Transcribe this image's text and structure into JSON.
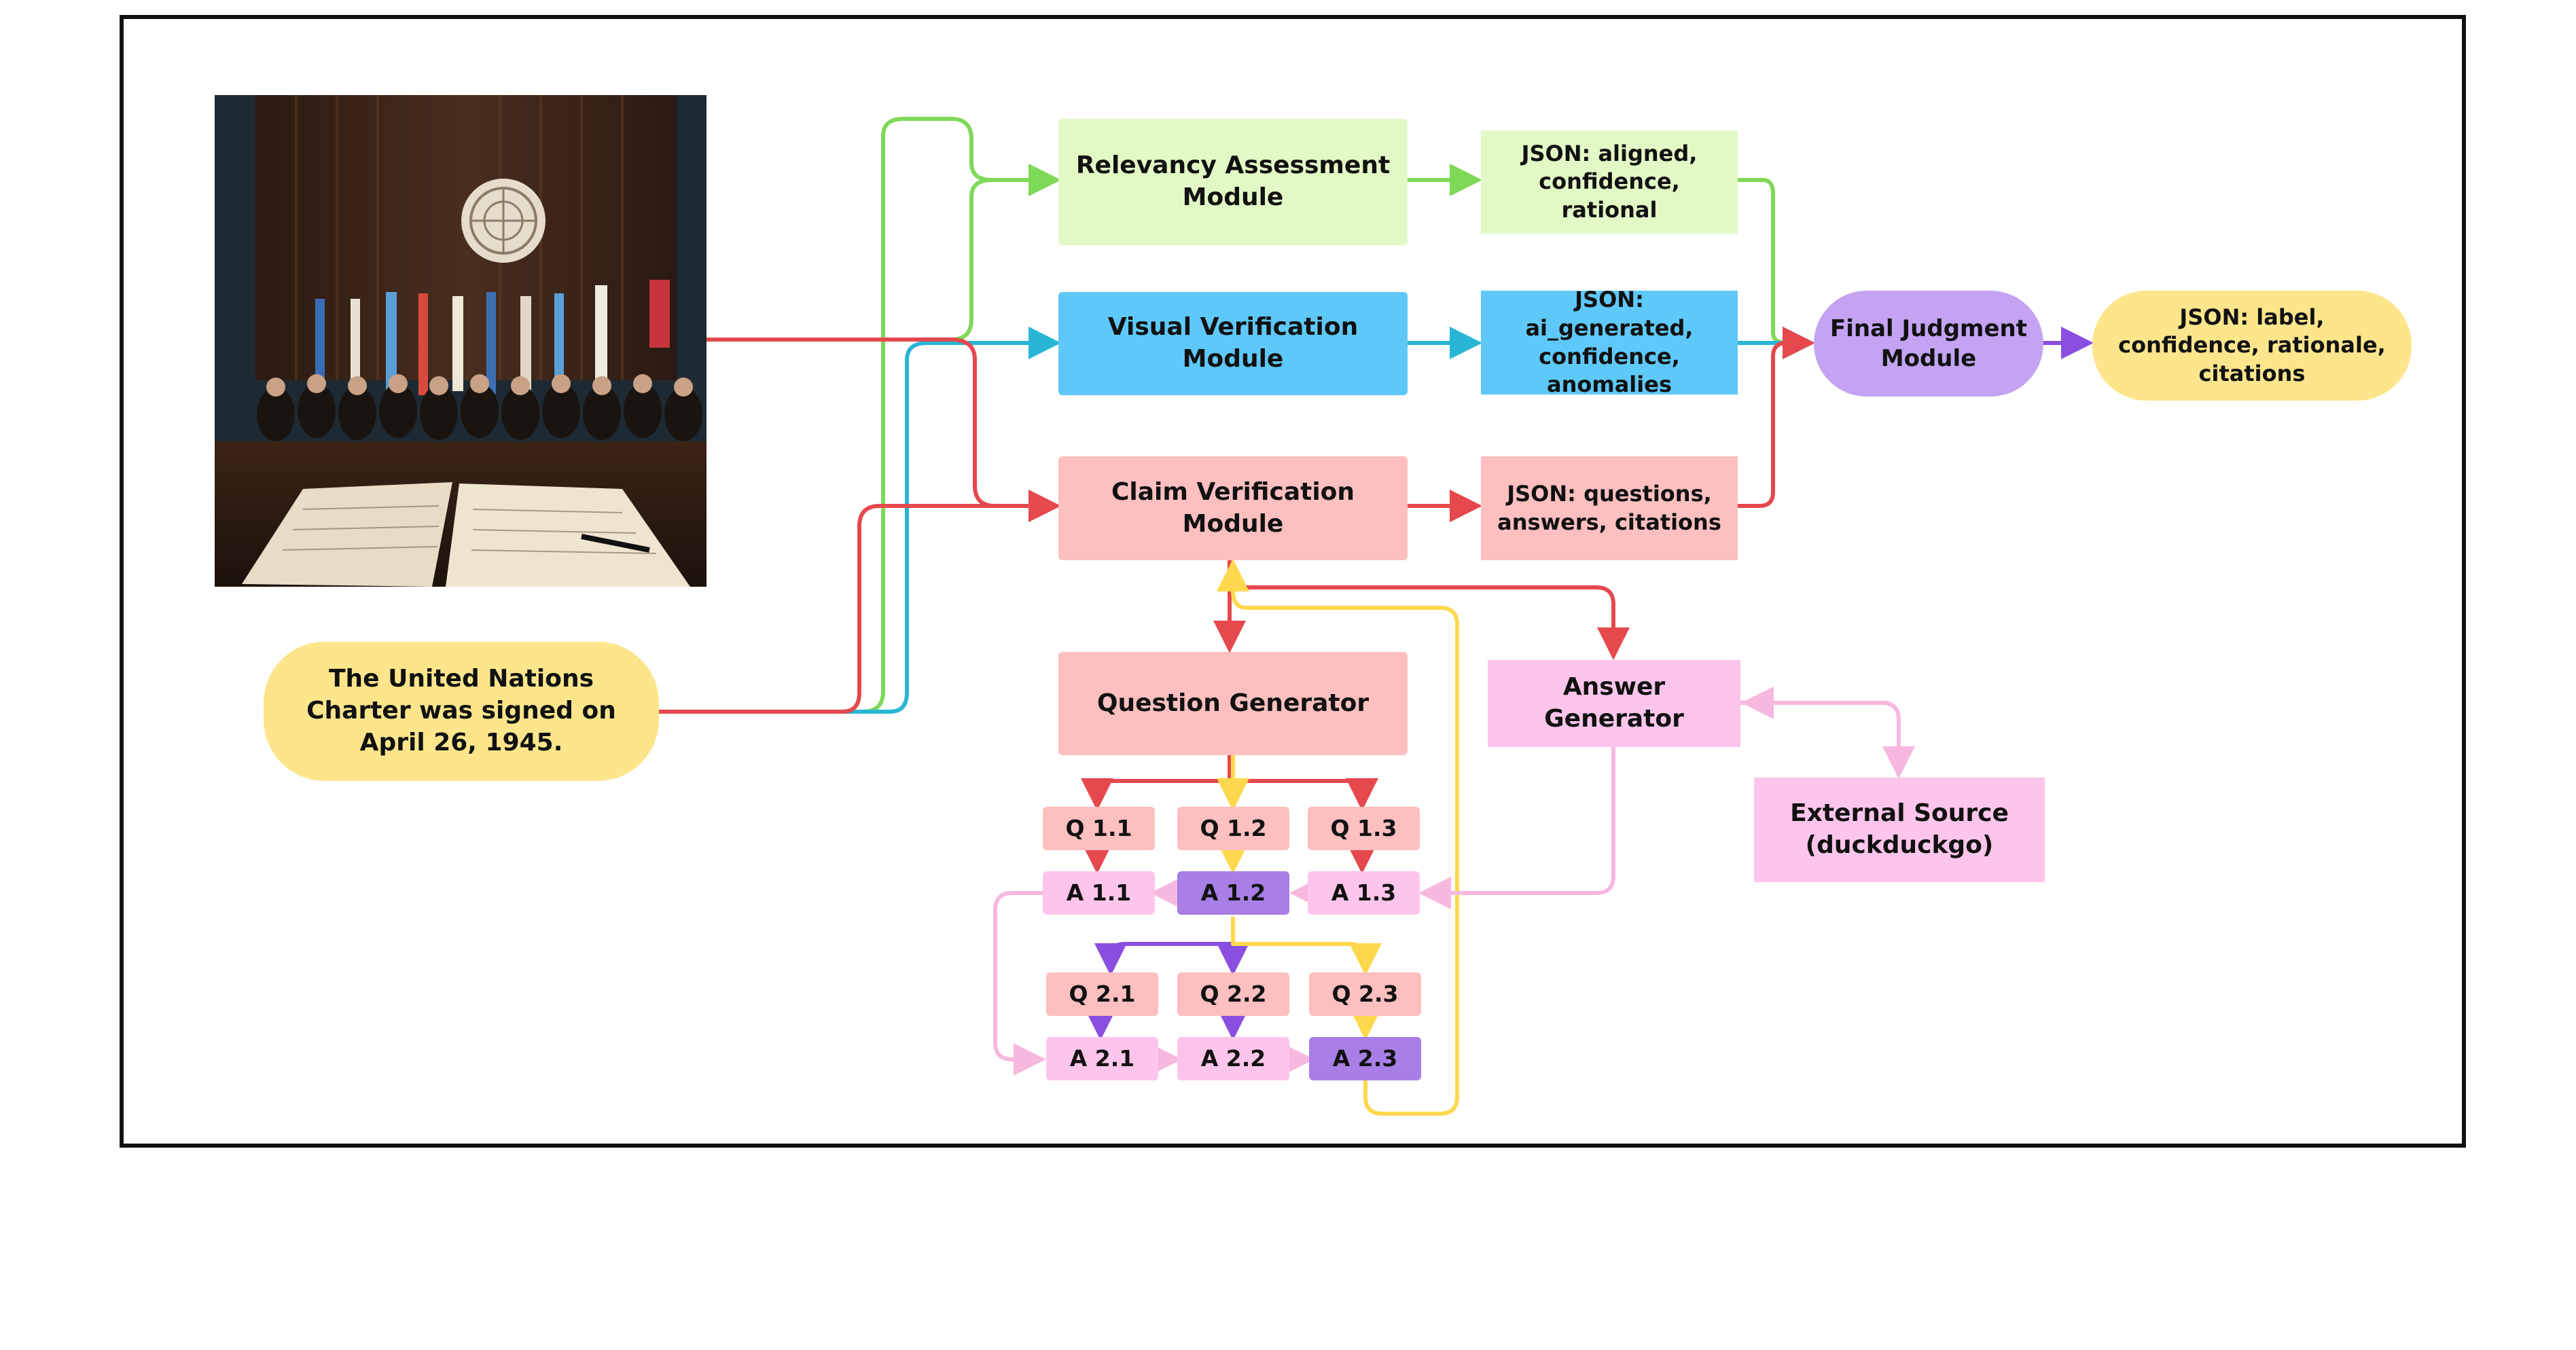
{
  "claim_text": "The United Nations Charter was signed on April 26, 1945.",
  "modules": {
    "relevancy": "Relevancy Assessment Module",
    "visual": "Visual Verification Module",
    "claim": "Claim Verification Module",
    "final": "Final Judgment Module"
  },
  "outputs": {
    "relevancy": "JSON: aligned, confidence, rational",
    "visual": "JSON: ai_generated, confidence, anomalies",
    "claim": "JSON: questions, answers, citations",
    "final": "JSON: label, confidence, rationale, citations"
  },
  "generators": {
    "question": "Question Generator",
    "answer": "Answer Generator",
    "external": "External Source (duckduckgo)"
  },
  "qa": {
    "q11": "Q 1.1",
    "q12": "Q 1.2",
    "q13": "Q 1.3",
    "a11": "A 1.1",
    "a12": "A 1.2",
    "a13": "A 1.3",
    "q21": "Q 2.1",
    "q22": "Q 2.2",
    "q23": "Q 2.3",
    "a21": "A 2.1",
    "a22": "A 2.2",
    "a23": "A 2.3"
  },
  "colors": {
    "green": "#7ed957",
    "blue": "#29b6d6",
    "red": "#e5484d",
    "yellow": "#ffd84d",
    "purple": "#8a4ee0",
    "pink": "#f7b8df"
  }
}
